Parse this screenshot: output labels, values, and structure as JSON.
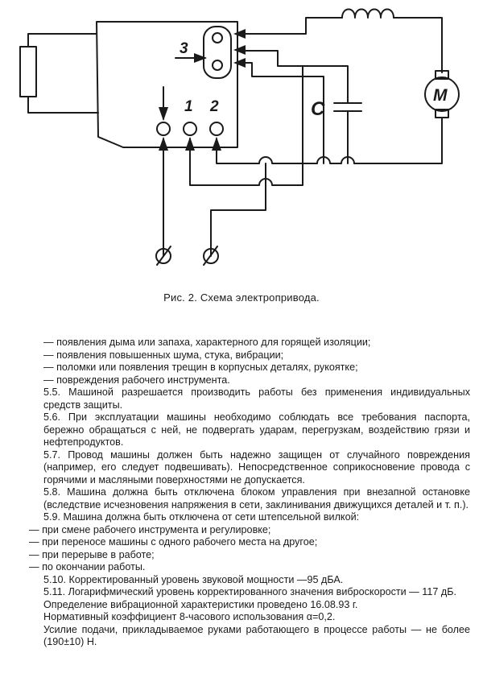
{
  "diagram": {
    "labels": {
      "terminal_3": "3",
      "terminal_1": "1",
      "terminal_2": "2",
      "capacitor": "С",
      "motor": "М"
    }
  },
  "caption": "Рис. 2. Схема электропривода.",
  "paragraphs": [
    "— появления дыма или запаха, характерного для горящей изоляции;",
    "— появления повышенных шума, стука, вибрации;",
    "— поломки или появления трещин в корпусных деталях, рукоятке;",
    "— повреждения рабочего инструмента.",
    "5.5. Машиной разрешается производить работы без применения индиви­дуальных средств защиты.",
    "5.6. При эксплуатации машины необходимо соблюдать все требования паспорта, бережно обращаться с ней, не подвергать ударам, перегрузкам, воздействию грязи и нефтепродуктов.",
    "5.7. Провод машины должен быть надежно защищен от случайного повреждения (например, его следует подвешивать). Непосредственное сопри­косновение провода с горячими и масляными поверхностями не допускается.",
    "5.8. Машина должна быть отключена блоком управления при внезапной остановке (вследствие исчезновения напряжения в сети, заклинивания движущихся деталей и т. п.).",
    "5.9. Машина должна быть отключена от сети штепсельной вилкой:",
    "— при смене рабочего инструмента и регулировке;",
    "— при переносе машины с одного рабочего места на другое;",
    "— при перерыве в работе;",
    "— по окончании работы.",
    "5.10. Корректированный уровень звуковой мощности —95 дБА.",
    "5.11. Логарифмический уровень корректированного значения виброскоро­сти — 117 дБ.",
    "Определение вибрационной характеристики проведено 16.08.93 г.",
    "Нормативный коэффициент 8-часового использования α=0,2.",
    "Усилие подачи, прикладываемое руками работающего в процессе работы — не более (190±10) Н."
  ]
}
